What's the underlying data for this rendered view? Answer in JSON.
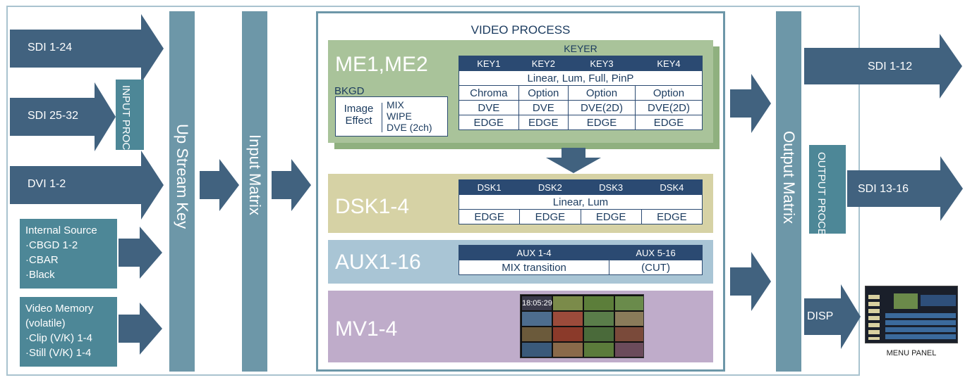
{
  "inputs": {
    "sdi1": "SDI 1-24",
    "sdi2": "SDI 25-32",
    "dvi": "DVI 1-2",
    "internal_title": "Internal Source",
    "internal_items": [
      "·CBGD 1-2",
      "·CBAR",
      "·Black"
    ],
    "memory_title": "Video Memory",
    "memory_sub": "(volatile)",
    "memory_items": [
      "·Clip (V/K) 1-4",
      "·Still (V/K) 1-4"
    ]
  },
  "input_process": "INPUT PROCESS",
  "up_stream_key": "Up Stream Key",
  "input_matrix": "Input Matrix",
  "video_process": "VIDEO PROCESS",
  "me": {
    "title": "ME1,ME2",
    "bkgd": "BKGD",
    "image_effect": "Image Effect",
    "bkgd_options": [
      "MIX",
      "WIPE",
      "DVE (2ch)"
    ],
    "keyer_title": "KEYER",
    "keys": [
      "KEY1",
      "KEY2",
      "KEY3",
      "KEY4"
    ],
    "key_modes": "Linear, Lum, Full, PinP",
    "row_chroma": [
      "Chroma",
      "Option",
      "Option",
      "Option"
    ],
    "row_dve": [
      "DVE",
      "DVE",
      "DVE(2D)",
      "DVE(2D)"
    ],
    "row_edge": [
      "EDGE",
      "EDGE",
      "EDGE",
      "EDGE"
    ]
  },
  "dsk": {
    "title": "DSK1-4",
    "keys": [
      "DSK1",
      "DSK2",
      "DSK3",
      "DSK4"
    ],
    "modes": "Linear, Lum",
    "edge": [
      "EDGE",
      "EDGE",
      "EDGE",
      "EDGE"
    ]
  },
  "aux": {
    "title": "AUX1-16",
    "head": [
      "AUX 1-4",
      "AUX 5-16"
    ],
    "vals": [
      "MIX transition",
      "(CUT)"
    ]
  },
  "mv": {
    "title": "MV1-4",
    "clock": "18:05:29"
  },
  "output_matrix": "Output Matrix",
  "output_process": "OUTPUT PROCESS",
  "outputs": {
    "sdi1": "SDI 1-12",
    "sdi2": "SDI 13-16",
    "disp": "DISP",
    "menu_panel": "MENU PANEL"
  },
  "colors": {
    "arrow": "#41627f",
    "bar": "#6d97a8",
    "me_bg": "#a9c39a",
    "dsk_bg": "#d6d2a5",
    "aux_bg": "#a9c5d5",
    "mv_bg": "#bfacca",
    "table_head": "#2b4a72"
  }
}
